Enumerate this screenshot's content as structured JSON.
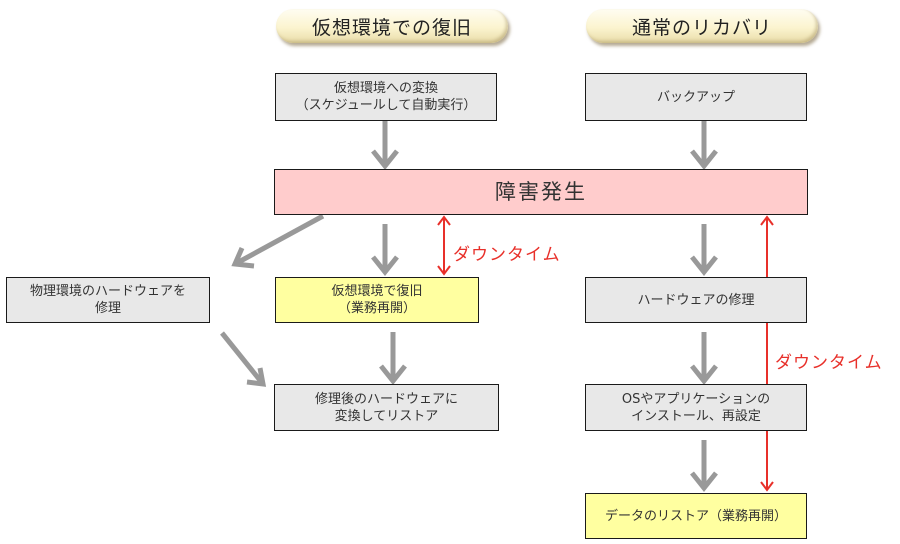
{
  "headers": {
    "virtual": "仮想環境での復旧",
    "normal": "通常のリカバリ"
  },
  "boxes": {
    "convert": [
      "仮想環境への変換",
      "（スケジュールして自動実行）"
    ],
    "backup": [
      "バックアップ"
    ],
    "failure": [
      "障害発生"
    ],
    "physical_repair": [
      "物理環境のハードウェアを",
      "修理"
    ],
    "virtual_recover": [
      "仮想環境で復旧",
      "（業務再開）"
    ],
    "hw_repair": [
      "ハードウェアの修理"
    ],
    "restore_converted": [
      "修理後のハードウェアに",
      "変換してリストア"
    ],
    "os_install": [
      "OSやアプリケーションの",
      "インストール、再設定"
    ],
    "data_restore": [
      "データのリストア（業務再開）"
    ]
  },
  "downtime_labels": {
    "virtual": "ダウンタイム",
    "normal": "ダウンタイム"
  },
  "colors": {
    "gray_box": "#e8e8e8",
    "yellow_box": "#ffffa0",
    "red_box": "#ffcccc",
    "arrow_gray": "#999999",
    "downtime_red": "#e8302a"
  }
}
